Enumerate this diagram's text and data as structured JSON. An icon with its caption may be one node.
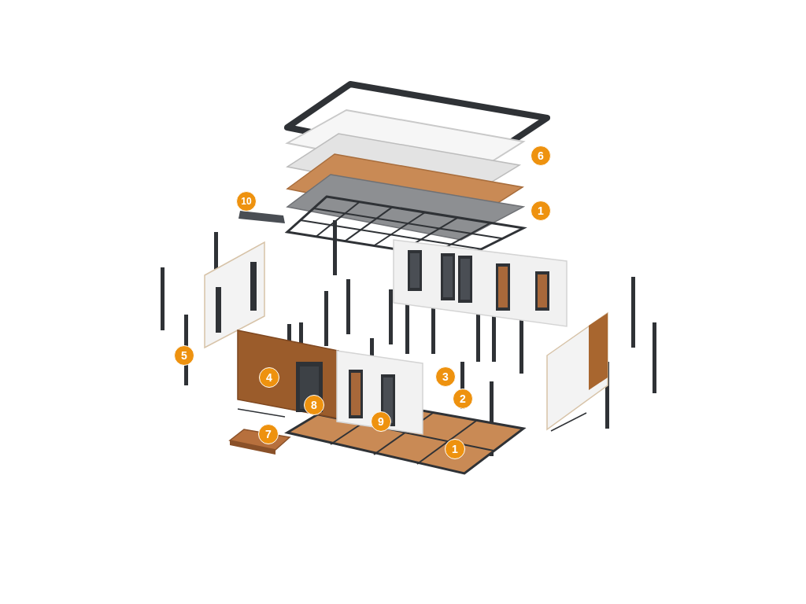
{
  "diagram": {
    "labels": [
      "6",
      "10",
      "1",
      "5",
      "4",
      "3",
      "2",
      "8",
      "9",
      "7",
      "1"
    ]
  }
}
